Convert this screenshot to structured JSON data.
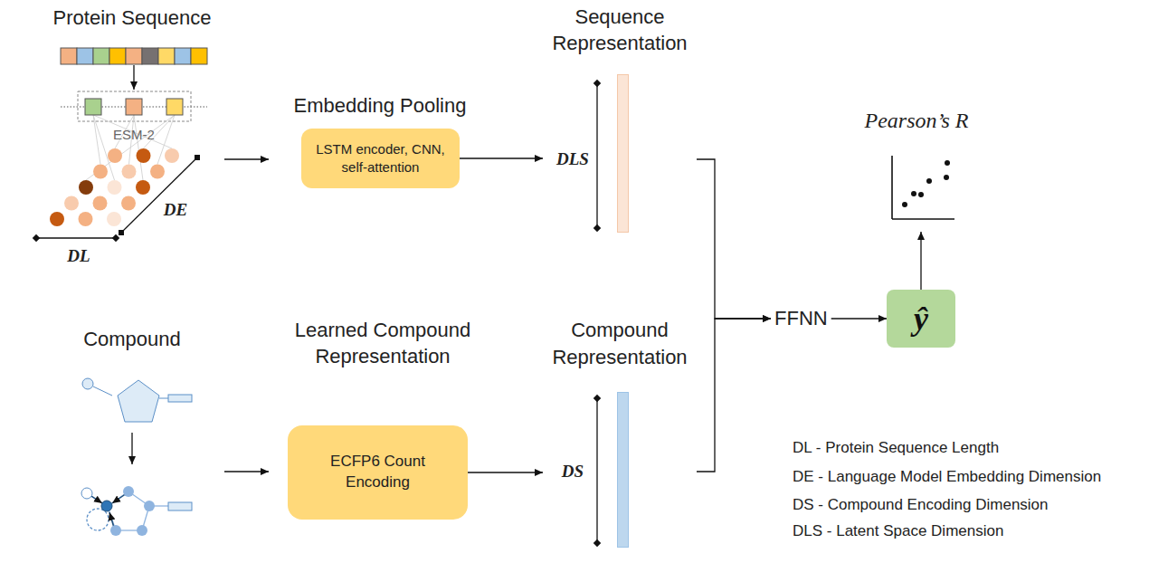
{
  "diagram": {
    "nodes": [
      {
        "text": [
          "Embedding Pooling",
          "LSTM encoder, CNN, self-attention"
        ]
      },
      {
        "text": [
          "Learned Compound Representation",
          "ECFP6 Count Encoding"
        ]
      },
      {
        "text": [
          "Sequence Representation"
        ]
      },
      {
        "text": [
          "Compound Representation"
        ]
      },
      {
        "text": [
          "FFNN"
        ]
      },
      {
        "text": [
          "ŷ"
        ]
      },
      {
        "text": [
          "Pearson’s R"
        ]
      }
    ],
    "edges": [
      {
        "from": 0,
        "to": 2,
        "arrow": "to"
      },
      {
        "from": 1,
        "to": 3,
        "arrow": "to"
      },
      {
        "from": 2,
        "to": 4,
        "arrow": "to"
      },
      {
        "from": 3,
        "to": 4,
        "arrow": "to"
      },
      {
        "from": 4,
        "to": 5,
        "arrow": "to"
      },
      {
        "from": 5,
        "to": 6,
        "arrow": "to"
      }
    ],
    "labels": [
      "Protein Sequence",
      "ESM-2",
      "DL",
      "DE",
      "Compound",
      "DLS",
      "DS",
      "DL - Protein Sequence Length",
      "DE - Language Model Embedding Dimension",
      "DS - Compound Encoding Dimension",
      "DLS - Latent Space Dimension"
    ]
  }
}
